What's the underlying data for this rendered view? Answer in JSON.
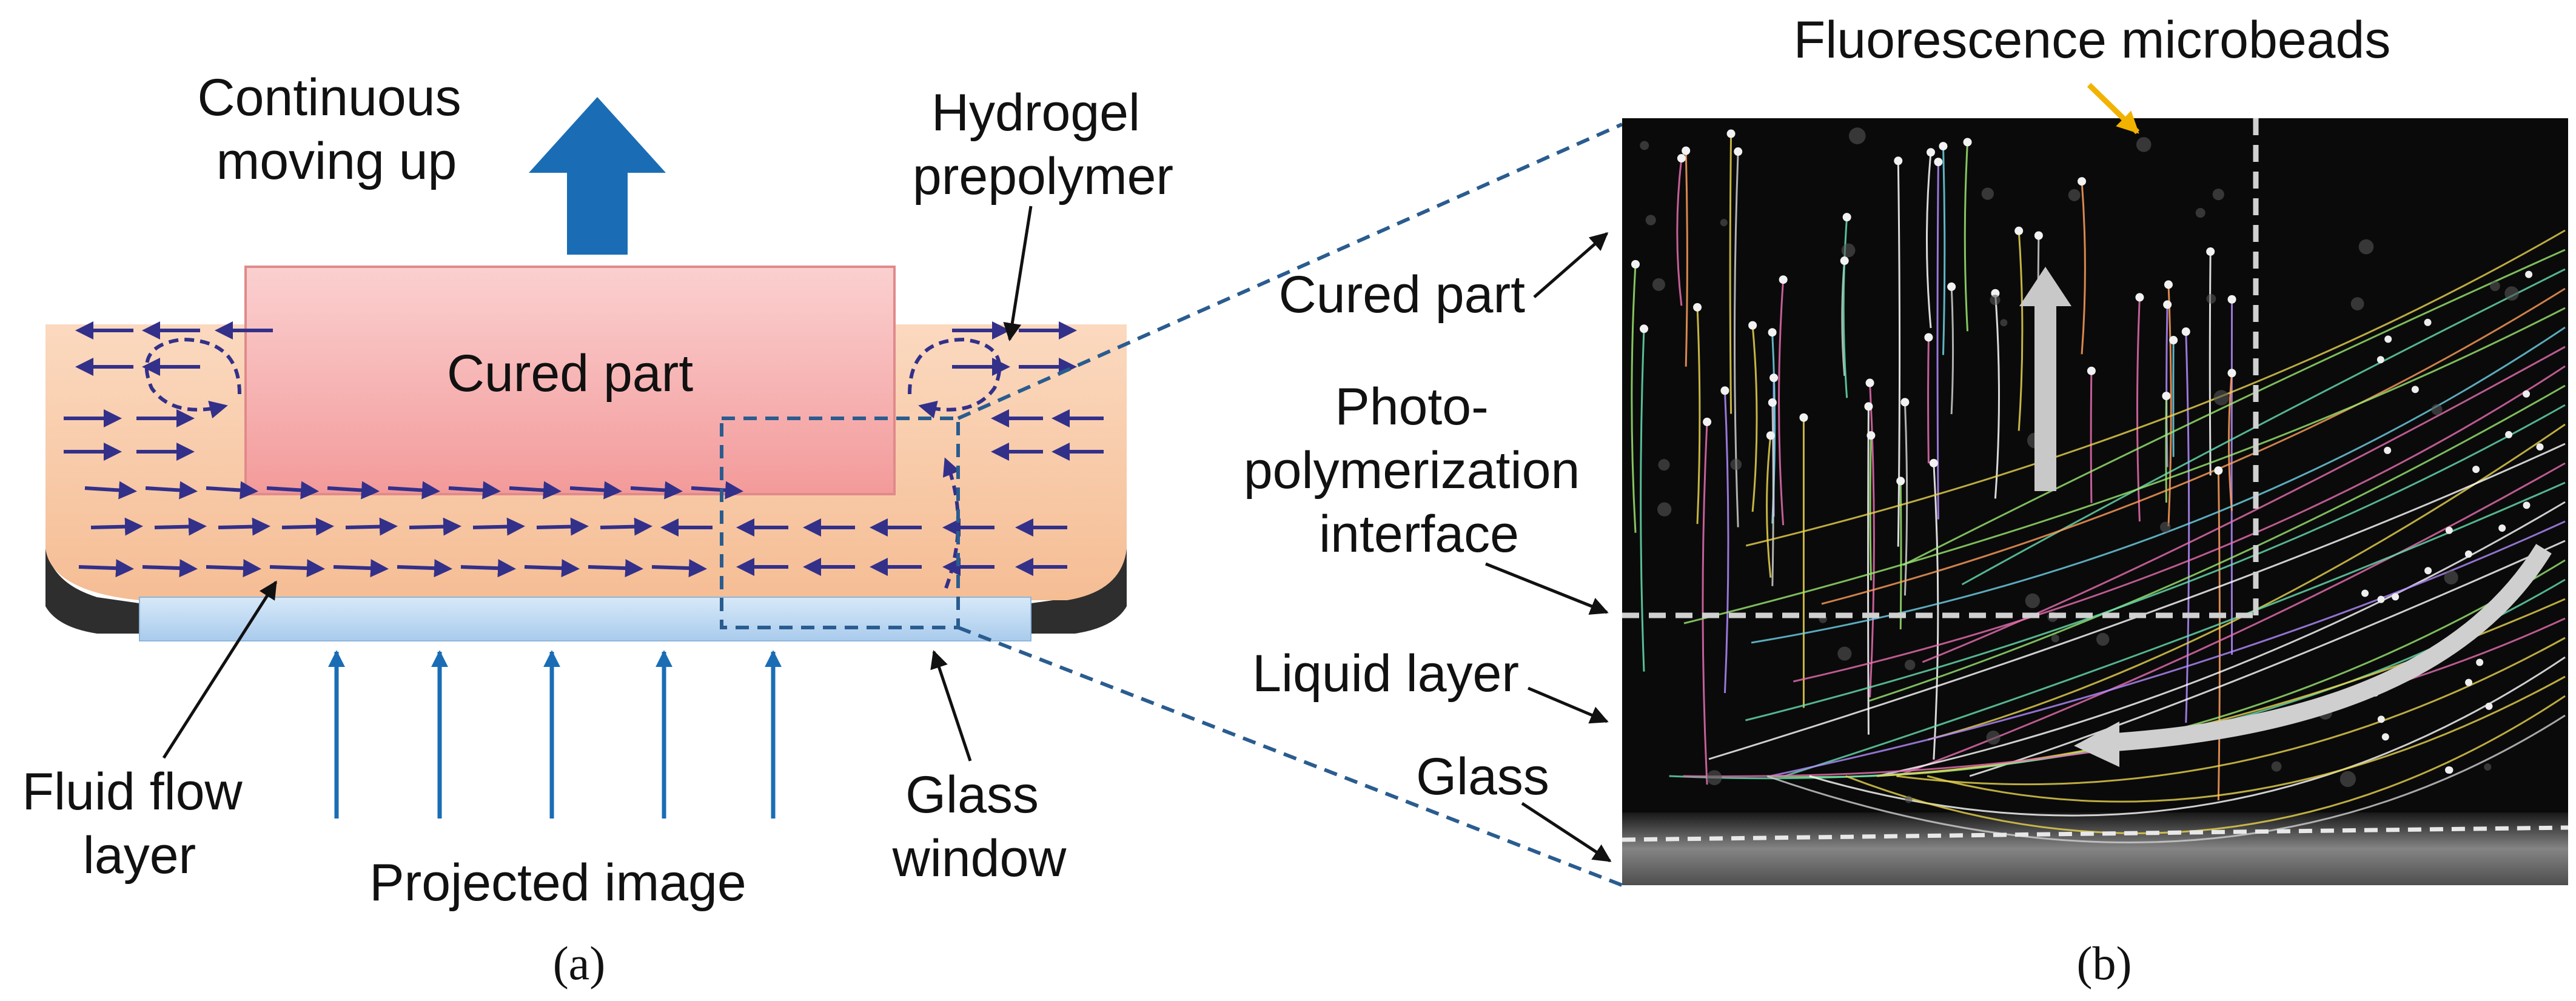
{
  "colors": {
    "flow_arrow": "#33308a",
    "blue_arrow": "#1a6db5",
    "cured_part_fill": "#f7b2b2",
    "prepolymer_fill": "#f7c9a4",
    "glass_fill": "#bfdaf2",
    "zoom_box": "#2a5c8f",
    "highlight_arrow": "#f2b200",
    "photo_bg": "#0a0a0a"
  },
  "panel_a": {
    "labels": {
      "continuous_moving_up": [
        "Continuous",
        "moving up"
      ],
      "hydrogel_prepolymer": [
        "Hydrogel",
        "prepolymer"
      ],
      "cured_part": "Cured part",
      "fluid_flow_layer": [
        "Fluid flow",
        "layer"
      ],
      "projected_image": "Projected image",
      "glass_window": [
        "Glass",
        "window"
      ]
    },
    "caption": "(a)"
  },
  "panel_b": {
    "labels": {
      "fluorescence_microbeads": "Fluorescence microbeads",
      "cured_part": "Cured part",
      "photopolymerization_interface": [
        "Photo-",
        "polymerization",
        "interface"
      ],
      "liquid_layer": "Liquid layer",
      "glass": "Glass"
    },
    "caption": "(b)"
  }
}
